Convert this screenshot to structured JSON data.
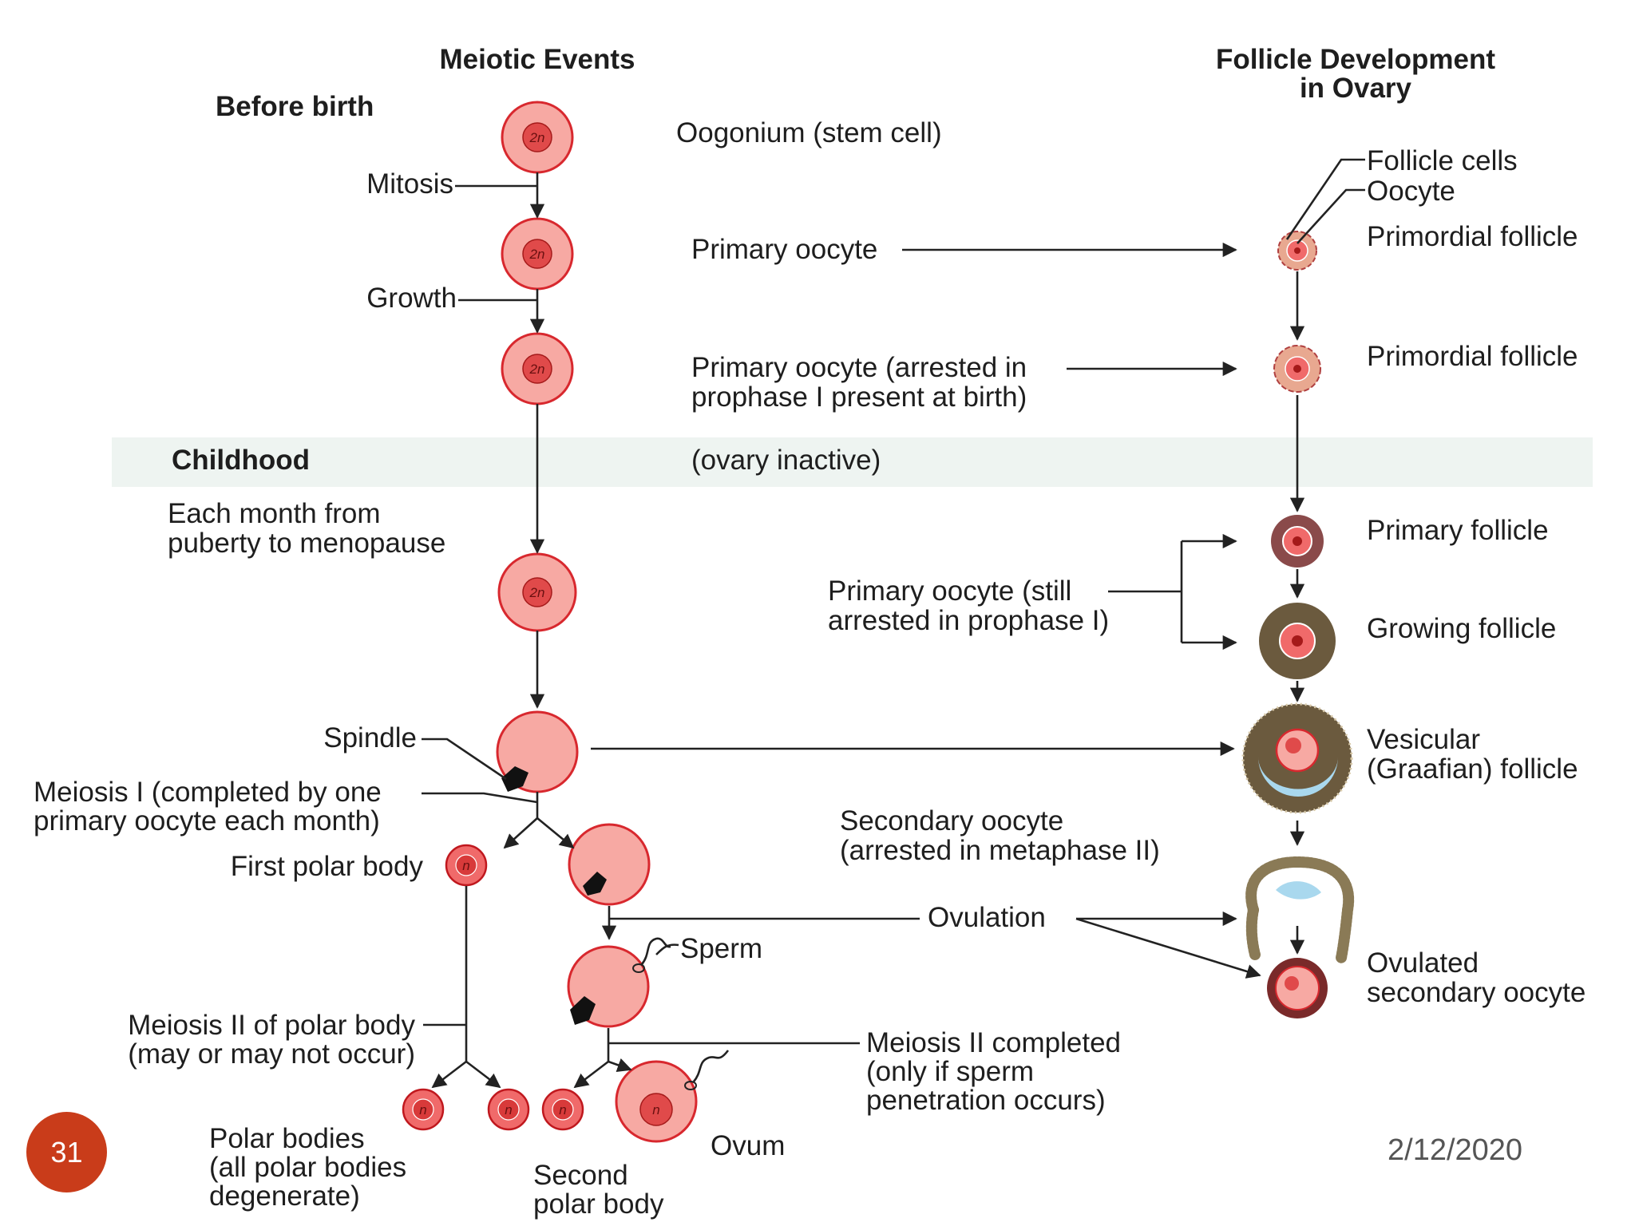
{
  "headers": {
    "meiotic_events": "Meiotic Events",
    "follicle_line1": "Follicle Development",
    "follicle_line2": "in Ovary"
  },
  "periods": {
    "before_birth": "Before birth",
    "childhood": "Childhood",
    "monthly_line1": "Each month from",
    "monthly_line2": "puberty to menopause"
  },
  "processes": {
    "mitosis": "Mitosis",
    "growth": "Growth",
    "spindle": "Spindle",
    "meiosis1_line1": "Meiosis I (completed by one",
    "meiosis1_line2": "primary oocyte each month)",
    "sperm": "Sperm",
    "meiosis2_polar_line1": "Meiosis II of polar body",
    "meiosis2_polar_line2": "(may or may not occur)",
    "meiosis2_done_line1": "Meiosis II completed",
    "meiosis2_done_line2": "(only if sperm",
    "meiosis2_done_line3": "penetration occurs)",
    "ovulation": "Ovulation"
  },
  "cells": {
    "oogonium": "Oogonium (stem cell)",
    "primary_oocyte": "Primary oocyte",
    "arrested_line1": "Primary oocyte (arrested in",
    "arrested_line2": "prophase I present at birth)",
    "ovary_inactive": "(ovary inactive)",
    "still_arrested_line1": "Primary oocyte (still",
    "still_arrested_line2": "arrested in prophase I)",
    "secondary_line1": "Secondary oocyte",
    "secondary_line2": "(arrested in metaphase II)",
    "first_polar_body": "First polar body",
    "polar_bodies_line1": "Polar bodies",
    "polar_bodies_line2": "(all polar bodies",
    "polar_bodies_line3": "degenerate)",
    "second_polar_line1": "Second",
    "second_polar_line2": "polar body",
    "ovum": "Ovum"
  },
  "ploidy": {
    "diploid": "2n",
    "haploid": "n"
  },
  "follicles": {
    "follicle_cells": "Follicle cells",
    "oocyte": "Oocyte",
    "primordial_1": "Primordial follicle",
    "primordial_2": "Primordial follicle",
    "primary": "Primary follicle",
    "growing": "Growing follicle",
    "vesicular_line1": "Vesicular",
    "vesicular_line2": "(Graafian) follicle",
    "ovulated_line1": "Ovulated",
    "ovulated_line2": "secondary oocyte"
  },
  "footer": {
    "slide_number": "31",
    "date": "2/12/2020"
  },
  "colors": {
    "cell_fill": "#f7a9a3",
    "cell_border": "#d8282e",
    "nucleus": "#e04a4a",
    "follicle_brown": "#6b5a3e",
    "antrum_blue": "#a9d8ee",
    "childhood_band": "#eef4f1",
    "badge": "#c93c1a"
  }
}
